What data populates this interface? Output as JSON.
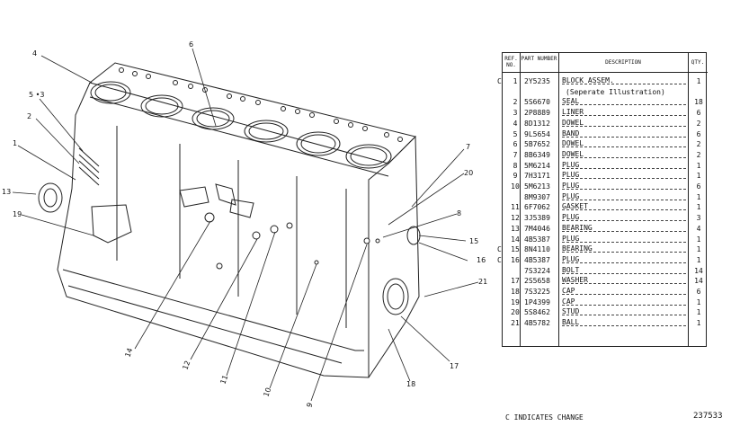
{
  "table": {
    "headers": {
      "ref_no": "REF. NO.",
      "part_number": "PART NUMBER",
      "description": "DESCRIPTION",
      "qty": "QTY."
    },
    "rows": [
      {
        "change": "C",
        "ref": "1",
        "part": "2Y5235",
        "desc": "BLOCK ASSEM.",
        "qty": "1"
      },
      {
        "change": "",
        "ref": "",
        "part": "",
        "desc": "(Seperate Illustration)",
        "qty": ""
      },
      {
        "change": "",
        "ref": "2",
        "part": "5S6670",
        "desc": "SEAL",
        "qty": "18"
      },
      {
        "change": "",
        "ref": "3",
        "part": "2P8889",
        "desc": "LINER",
        "qty": "6"
      },
      {
        "change": "",
        "ref": "4",
        "part": "8D1312",
        "desc": "DOWEL",
        "qty": "2"
      },
      {
        "change": "",
        "ref": "5",
        "part": "9L5654",
        "desc": "BAND",
        "qty": "6"
      },
      {
        "change": "",
        "ref": "6",
        "part": "5B7652",
        "desc": "DOWEL",
        "qty": "2"
      },
      {
        "change": "",
        "ref": "7",
        "part": "8B6349",
        "desc": "DOWEL",
        "qty": "2"
      },
      {
        "change": "",
        "ref": "8",
        "part": "5M6214",
        "desc": "PLUG",
        "qty": "1"
      },
      {
        "change": "",
        "ref": "9",
        "part": "7H3171",
        "desc": "PLUG",
        "qty": "1"
      },
      {
        "change": "",
        "ref": "10",
        "part": "5M6213",
        "desc": "PLUG",
        "qty": "6"
      },
      {
        "change": "",
        "ref": "",
        "part": "8M9307",
        "desc": "PLUG",
        "qty": "1"
      },
      {
        "change": "",
        "ref": "11",
        "part": "6F7062",
        "desc": "GASKET",
        "qty": "1"
      },
      {
        "change": "",
        "ref": "12",
        "part": "3J5389",
        "desc": "PLUG",
        "qty": "3"
      },
      {
        "change": "",
        "ref": "13",
        "part": "7M4046",
        "desc": "BEARING",
        "qty": "4"
      },
      {
        "change": "",
        "ref": "14",
        "part": "4B5387",
        "desc": "PLUG",
        "qty": "1"
      },
      {
        "change": "C",
        "ref": "15",
        "part": "8N4110",
        "desc": "BEARING",
        "qty": "1"
      },
      {
        "change": "C",
        "ref": "16",
        "part": "4B5387",
        "desc": "PLUG",
        "qty": "1"
      },
      {
        "change": "",
        "ref": "",
        "part": "7S3224",
        "desc": "BOLT",
        "qty": "14"
      },
      {
        "change": "",
        "ref": "17",
        "part": "2S5658",
        "desc": "WASHER",
        "qty": "14"
      },
      {
        "change": "",
        "ref": "18",
        "part": "7S3225",
        "desc": "CAP",
        "qty": "6"
      },
      {
        "change": "",
        "ref": "19",
        "part": "1P4399",
        "desc": "CAP",
        "qty": "1"
      },
      {
        "change": "",
        "ref": "20",
        "part": "5S8462",
        "desc": "STUD",
        "qty": "1"
      },
      {
        "change": "",
        "ref": "21",
        "part": "4B5782",
        "desc": "BALL",
        "qty": "1"
      }
    ]
  },
  "footnote": "C INDICATES CHANGE",
  "doc_number": "237533",
  "callouts": [
    "1",
    "2",
    "3",
    "4",
    "5",
    "6",
    "7",
    "8",
    "9",
    "10",
    "11",
    "12",
    "13",
    "14",
    "15",
    "16",
    "17",
    "18",
    "19",
    "20",
    "21"
  ]
}
